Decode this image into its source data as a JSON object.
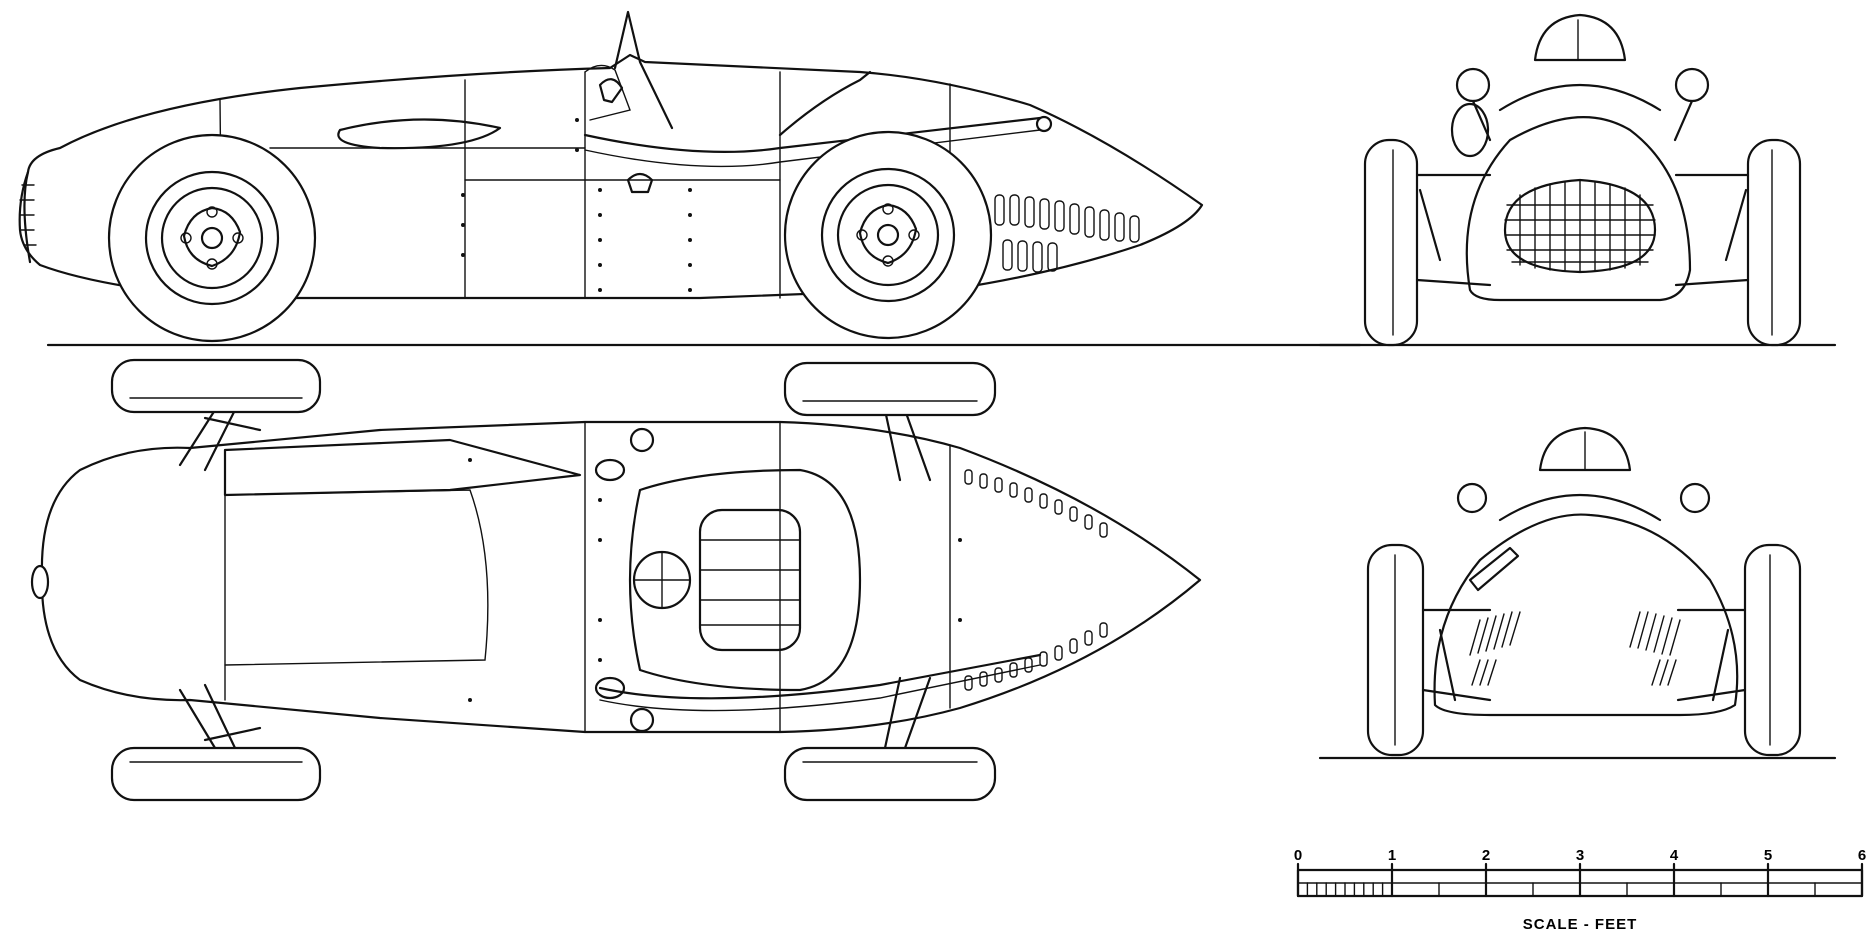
{
  "drawing": {
    "views": [
      "side-elevation",
      "plan-view",
      "front-elevation",
      "rear-elevation"
    ],
    "line_color": "#111111",
    "paper_color": "#ffffff"
  },
  "scale_bar": {
    "caption": "SCALE - FEET",
    "ticks": [
      "0",
      "1",
      "2",
      "3",
      "4",
      "5",
      "6"
    ]
  }
}
